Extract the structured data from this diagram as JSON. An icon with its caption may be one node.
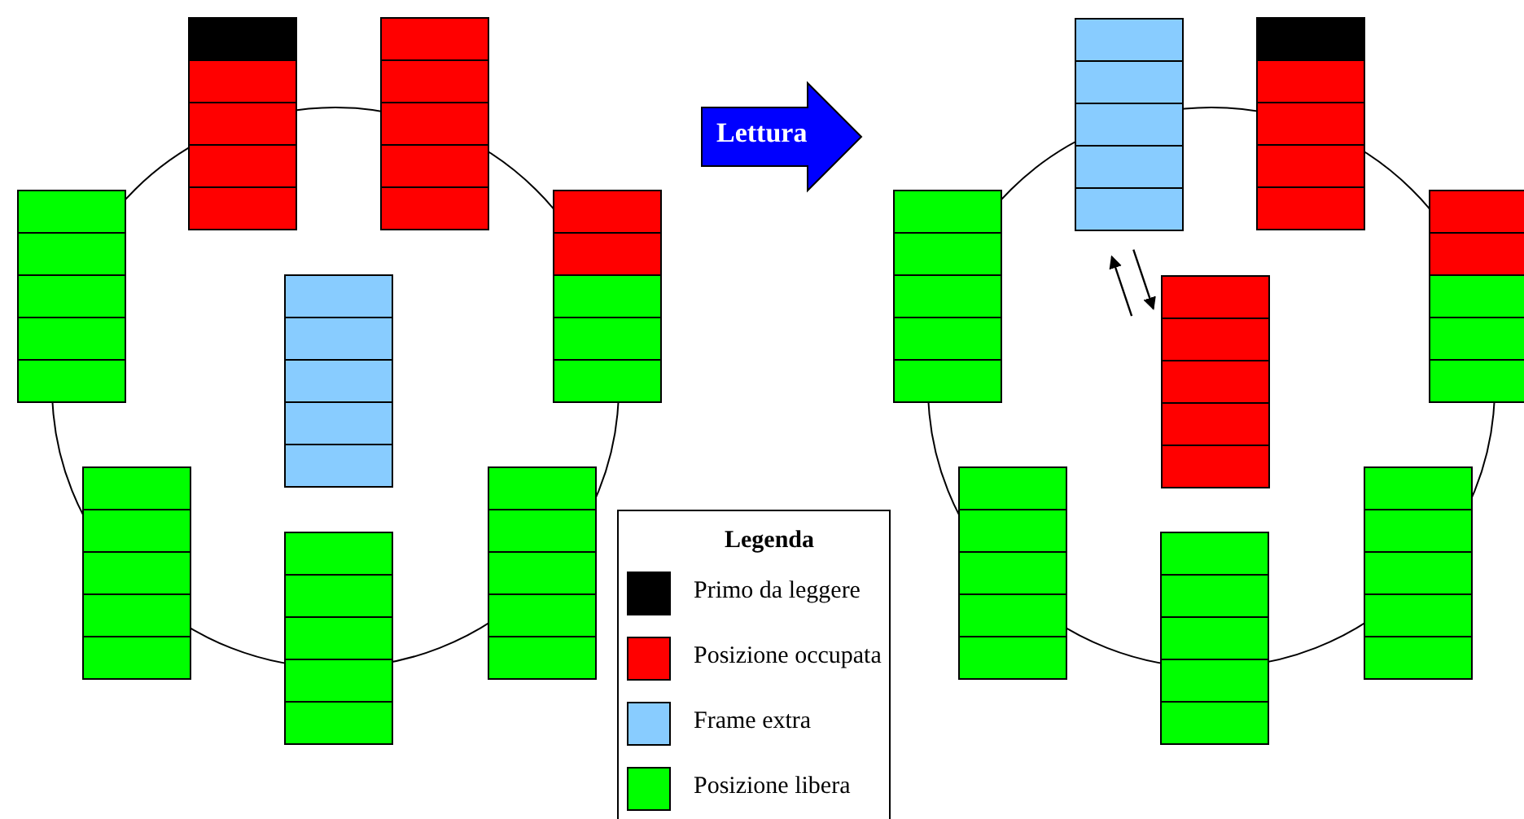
{
  "diagram": {
    "nodes": [
      {
        "text": [
          "Lettura"
        ]
      },
      {
        "text": [],
        "shape": "box"
      },
      {
        "text": [],
        "shape": "box"
      }
    ],
    "edges": [
      {
        "from": 1,
        "to": 2,
        "arrow": "to"
      },
      {
        "from": 2,
        "to": 1,
        "arrow": "to"
      }
    ],
    "labels": [
      "Legenda"
    ],
    "legend": [
      {
        "text": "Primo da leggere",
        "color": "#000000"
      },
      {
        "text": "Posizione occupata",
        "color": "#ff0000"
      },
      {
        "text": "Frame extra",
        "color": "#88ccff"
      },
      {
        "text": "Posizione libera",
        "color": "#00ff00"
      }
    ]
  }
}
